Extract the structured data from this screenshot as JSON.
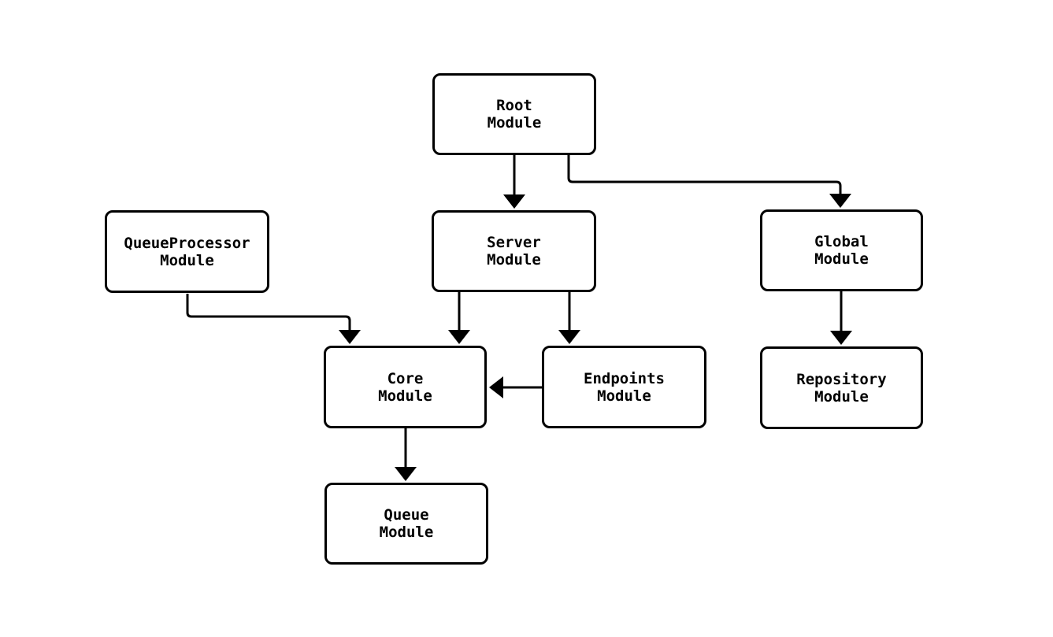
{
  "diagram": {
    "type": "module-dependency-flowchart",
    "background_color": "#ffffff",
    "stroke_color": "#000000",
    "text_color": "#000000",
    "nodes": [
      {
        "id": "root",
        "line1": "Root",
        "line2": "Module"
      },
      {
        "id": "queueprocessor",
        "line1": "QueueProcessor",
        "line2": "Module"
      },
      {
        "id": "server",
        "line1": "Server",
        "line2": "Module"
      },
      {
        "id": "global",
        "line1": "Global",
        "line2": "Module"
      },
      {
        "id": "core",
        "line1": "Core",
        "line2": "Module"
      },
      {
        "id": "endpoints",
        "line1": "Endpoints",
        "line2": "Module"
      },
      {
        "id": "repository",
        "line1": "Repository",
        "line2": "Module"
      },
      {
        "id": "queue",
        "line1": "Queue",
        "line2": "Module"
      }
    ],
    "edges": [
      {
        "from": "root",
        "to": "server"
      },
      {
        "from": "root",
        "to": "global"
      },
      {
        "from": "queueprocessor",
        "to": "core"
      },
      {
        "from": "server",
        "to": "core"
      },
      {
        "from": "server",
        "to": "endpoints"
      },
      {
        "from": "endpoints",
        "to": "core"
      },
      {
        "from": "global",
        "to": "repository"
      },
      {
        "from": "core",
        "to": "queue"
      }
    ]
  }
}
